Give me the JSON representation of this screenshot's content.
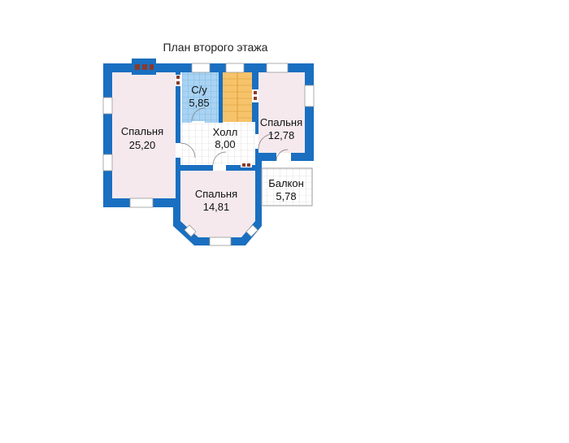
{
  "title": "План второго этажа",
  "rooms": {
    "bedroom_left": {
      "name": "Спальня",
      "area": "25,20"
    },
    "bathroom": {
      "name": "С/у",
      "area": "5,85"
    },
    "hall": {
      "name": "Холл",
      "area": "8,00"
    },
    "bedroom_right": {
      "name": "Спальня",
      "area": "12,78"
    },
    "bedroom_bottom": {
      "name": "Спальня",
      "area": "14,81"
    },
    "balcony": {
      "name": "Балкон",
      "area": "5,78"
    }
  },
  "colors": {
    "wall": "#1a6fc0",
    "room_fill": "#f5e9ee",
    "bathroom_fill": "#a9d3f2",
    "stair_fill": "#f7c36a",
    "window": "#ffffff"
  }
}
